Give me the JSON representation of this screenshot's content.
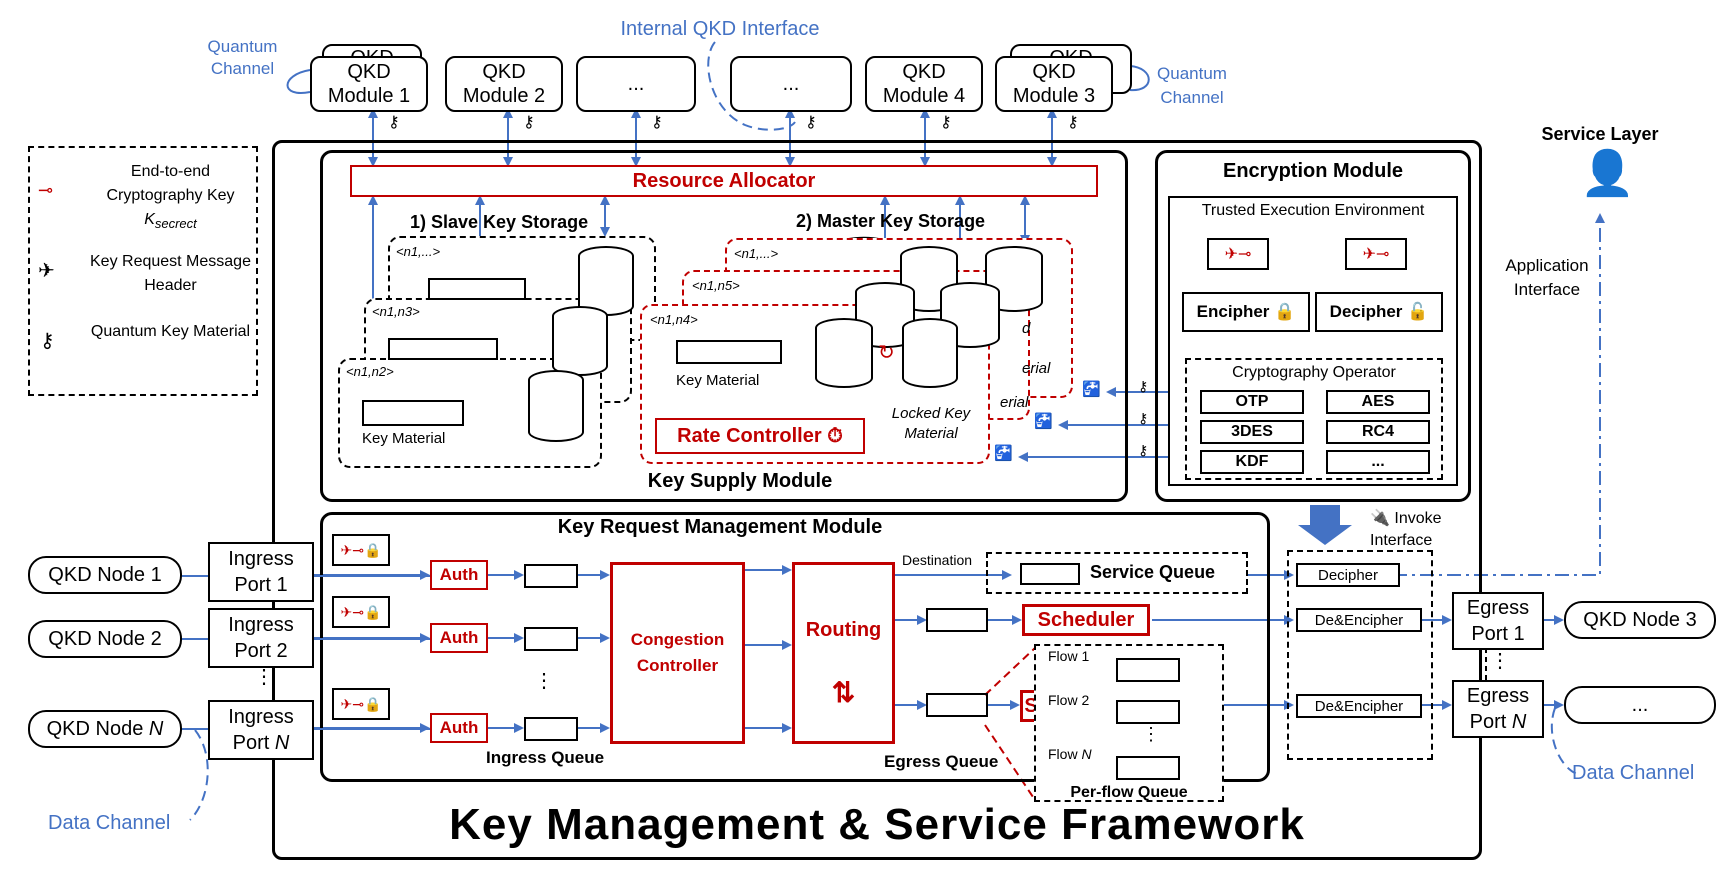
{
  "qkd_modules": {
    "back_left": "QKD",
    "back_right": "QKD",
    "m1": "QKD Module 1",
    "m2": "QKD Module 2",
    "m3": "...",
    "m4": "...",
    "m5": "QKD Module 4",
    "m6": "QKD Module 3"
  },
  "labels": {
    "quantum_channel_left": "Quantum Channel",
    "quantum_channel_right": "Quantum Channel",
    "internal_qkd_interface": "Internal QKD Interface",
    "service_layer": "Service Layer",
    "application_interface": "Application Interface",
    "invoke_interface": "Invoke Interface",
    "data_channel_left": "Data Channel",
    "data_channel_right": "Data Channel",
    "framework_title": "Key Management & Service Framework"
  },
  "legend": {
    "e2e_key": "End-to-end Cryptography Key",
    "k_secret_base": "K",
    "k_secret_sub": "secrect",
    "key_request": "Key Request Message Header",
    "quantum_key": "Quantum Key Material"
  },
  "key_supply": {
    "title": "Key Supply Module",
    "resource_allocator": "Resource Allocator",
    "slave_storage": "1) Slave Key Storage",
    "master_storage": "2) Master Key Storage",
    "pair_n1_dots": "<n1,...>",
    "pair_n1_n3": "<n1,n3>",
    "pair_n1_n2": "<n1,n2>",
    "pair_m_dots": "<n1,...>",
    "pair_n1_n5": "<n1,n5>",
    "pair_n1_n4": "<n1,n4>",
    "key_material_slave": "Key Material",
    "key_material_master": "Key Material",
    "rate_controller": "Rate Controller",
    "locked_key_material": "Locked Key Material",
    "partial_erial_1": "erial",
    "partial_erial_2": "erial",
    "partial_d": "d"
  },
  "encryption": {
    "title": "Encryption Module",
    "tee": "Trusted Execution Environment",
    "encipher": "Encipher",
    "decipher": "Decipher",
    "crypto_operator": "Cryptography Operator",
    "algorithms": [
      "OTP",
      "AES",
      "3DES",
      "RC4",
      "KDF",
      "..."
    ]
  },
  "krm": {
    "title": "Key Request Management Module",
    "auth": "Auth",
    "ingress_queue": "Ingress Queue",
    "congestion_controller": "Congestion Controller",
    "routing": "Routing",
    "destination": "Destination",
    "service_queue": "Service Queue",
    "scheduler": "Scheduler",
    "scheduler_partial": "S",
    "egress_queue": "Egress Queue",
    "flow1": "Flow 1",
    "flow2": "Flow 2",
    "flown_base": "Flow",
    "flown_n": "N",
    "per_flow_queue": "Per-flow Queue",
    "vdots": "⋮"
  },
  "nodes": {
    "node1": "QKD Node 1",
    "node2": "QKD Node 2",
    "nodeN_base": "QKD Node",
    "nodeN_n": "N",
    "node3": "QKD Node 3",
    "node_dots": "...",
    "ingress1_a": "Ingress",
    "ingress1_b": "Port 1",
    "ingress2_a": "Ingress",
    "ingress2_b": "Port 2",
    "ingressN_a": "Ingress",
    "ingressN_b": "Port",
    "ingressN_n": "N",
    "egress1_a": "Egress",
    "egress1_b": "Port 1",
    "egressN_a": "Egress",
    "egressN_b": "Port",
    "egressN_n": "N"
  },
  "invoke": {
    "decipher": "Decipher",
    "de_encipher_1": "De&Encipher",
    "de_encipher_2": "De&Encipher"
  },
  "colors": {
    "blue": "#4472c4",
    "red": "#c00000",
    "black": "#000000"
  }
}
